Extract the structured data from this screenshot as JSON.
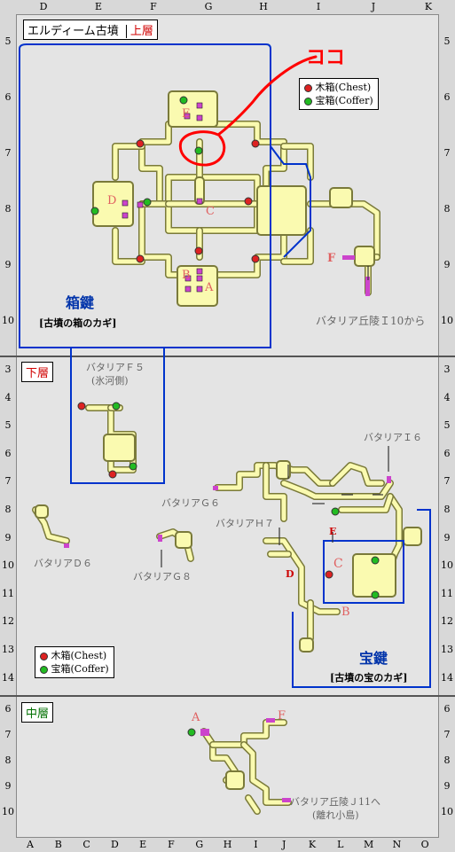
{
  "upper": {
    "title_name": "エルディーム古墳",
    "title_floor": "上層",
    "annotation": "ココ",
    "key_name": "箱鍵",
    "key_desc": "[古墳の箱のカギ]",
    "exit_label": "バタリア丘陵Ｉ10から",
    "room_labels": [
      "E",
      "D",
      "C",
      "B",
      "A",
      "F"
    ]
  },
  "lower": {
    "title_floor": "下層",
    "places": [
      "バタリアＦ５",
      "(氷河側)",
      "バタリアＩ６",
      "バタリアＧ６",
      "バタリアＨ７",
      "バタリアＤ６",
      "バタリアＧ８"
    ],
    "room_labels": [
      "E",
      "C",
      "D",
      "B"
    ],
    "key_name": "宝鍵",
    "key_desc": "[古墳の宝のカギ]"
  },
  "middle": {
    "title_floor": "中層",
    "room_labels": [
      "A",
      "F"
    ],
    "exit_label": "バタリア丘陵Ｊ11へ",
    "exit_sub": "(離れ小島)"
  },
  "legend": {
    "chest": "木箱(Chest)",
    "coffer": "宝箱(Coffer)"
  },
  "rulers": {
    "top": [
      "D",
      "E",
      "F",
      "G",
      "H",
      "I",
      "J",
      "K"
    ],
    "bottom": [
      "A",
      "B",
      "C",
      "D",
      "E",
      "F",
      "G",
      "H",
      "I",
      "J",
      "K",
      "L",
      "M",
      "N",
      "O"
    ],
    "upper_rows": [
      "5",
      "6",
      "7",
      "8",
      "9",
      "10"
    ],
    "lower_rows": [
      "3",
      "4",
      "5",
      "6",
      "7",
      "8",
      "9",
      "10",
      "11",
      "12",
      "13",
      "14"
    ],
    "middle_rows": [
      "6",
      "7",
      "8",
      "9",
      "10"
    ]
  },
  "colors": {
    "corridor": "#fafab0",
    "wall": "#7a7a3a",
    "key_border": "#0033cc",
    "chest": "#dd2222",
    "coffer": "#22bb22",
    "marker": "#cc44cc",
    "annotation": "#ff0000"
  }
}
